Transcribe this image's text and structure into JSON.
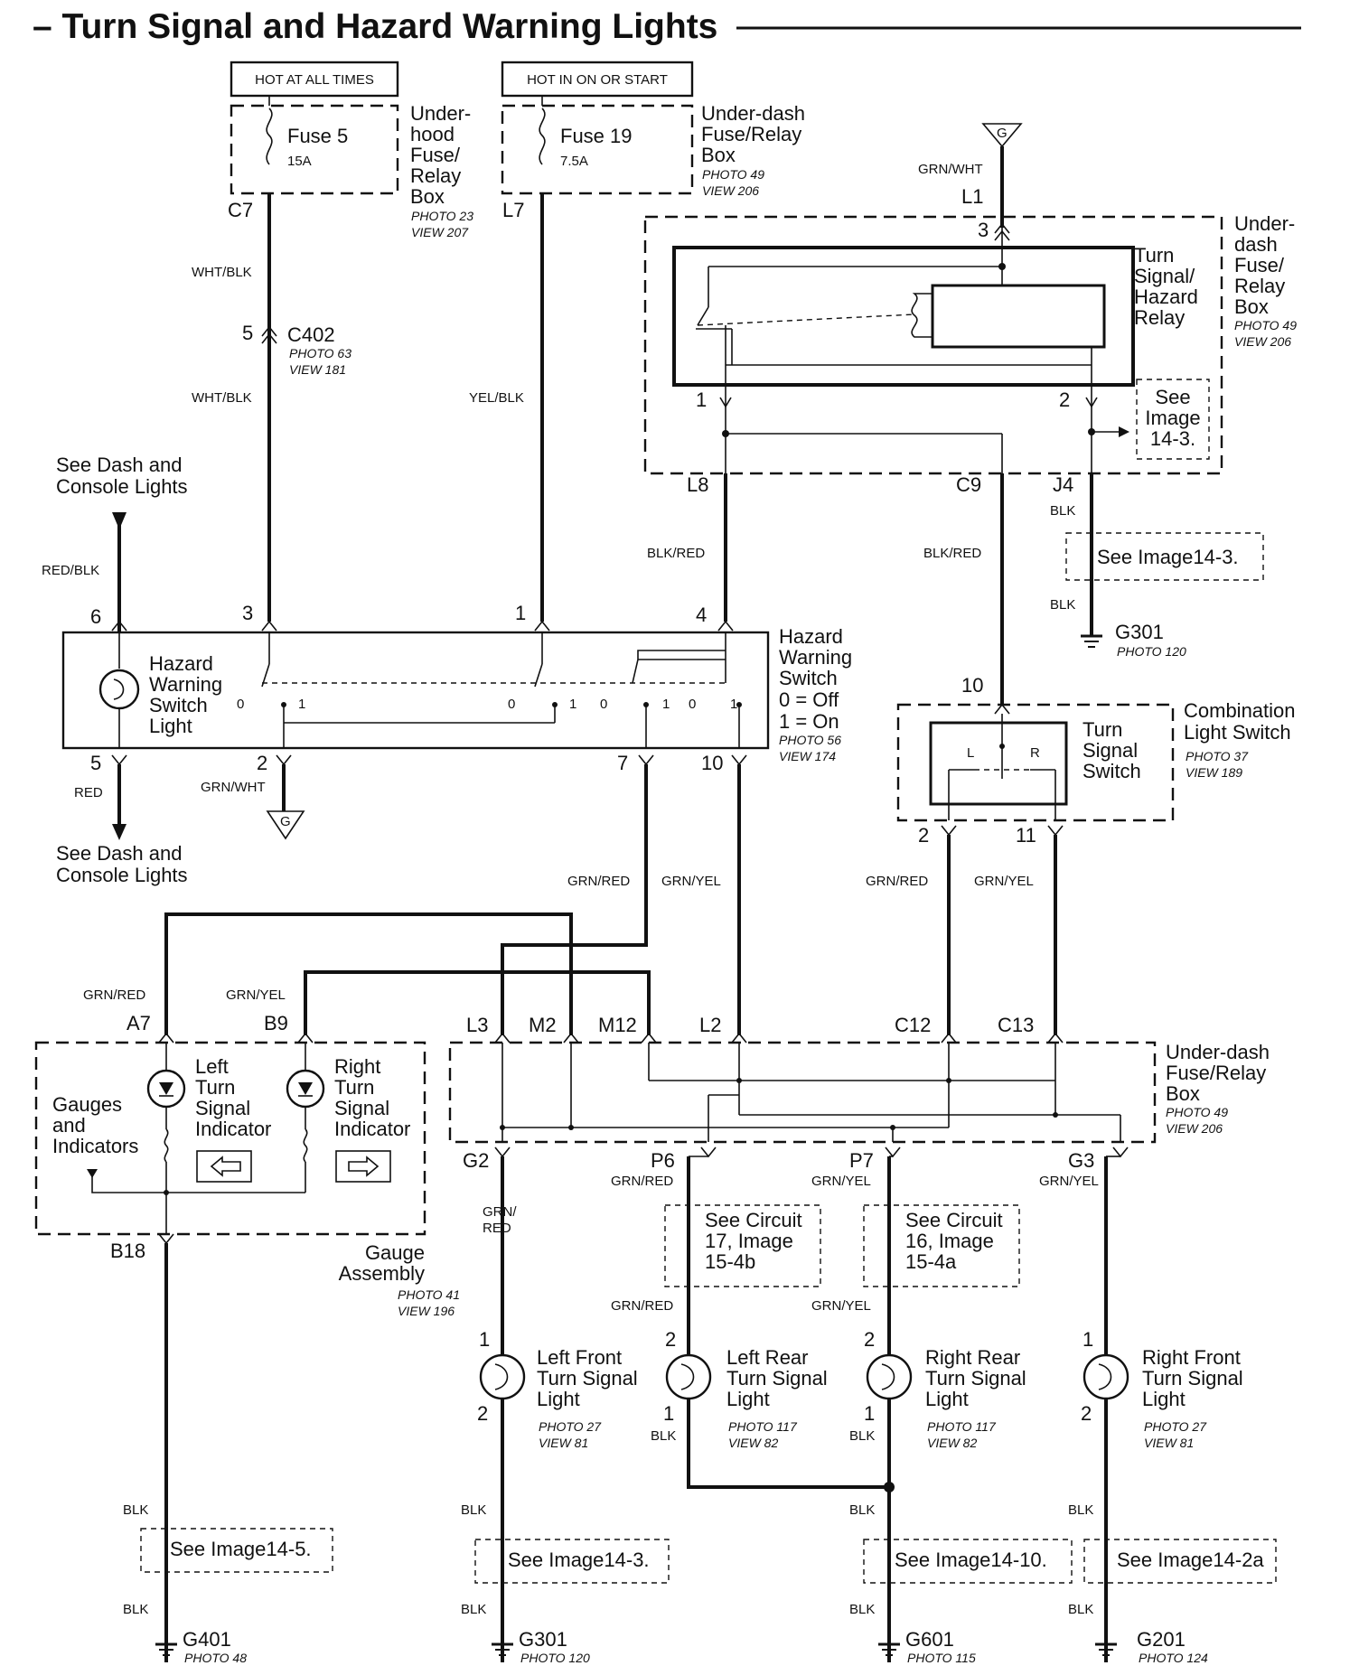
{
  "title": "– Turn Signal and Hazard Warning Lights",
  "sources": {
    "hot_all_times": "HOT AT ALL TIMES",
    "hot_on_start": "HOT IN ON OR START"
  },
  "fuse5": {
    "name": "Fuse 5",
    "rating": "15A",
    "box": [
      "Under-",
      "hood",
      "Fuse/",
      "Relay",
      "Box"
    ],
    "photo": "PHOTO 23",
    "view": "VIEW 207",
    "terminal": "C7"
  },
  "fuse19": {
    "name": "Fuse 19",
    "rating": "7.5A",
    "box": [
      "Under-dash",
      "Fuse/Relay",
      "Box"
    ],
    "photo": "PHOTO 49",
    "view": "VIEW 206",
    "terminal": "L7"
  },
  "ground_g_top": {
    "symbol": "G",
    "wire": "GRN/WHT",
    "terminal": "L1"
  },
  "relay": {
    "label": [
      "Turn",
      "Signal/",
      "Hazard",
      "Relay"
    ],
    "box": [
      "Under-",
      "dash",
      "Fuse/",
      "Relay",
      "Box"
    ],
    "photo": "PHOTO 49",
    "view": "VIEW 206",
    "pin_top": "3",
    "pin_left": "1",
    "pin_right": "2",
    "see_image": [
      "See",
      "Image",
      "14-3."
    ],
    "terminals": [
      "L8",
      "C9",
      "J4"
    ]
  },
  "c402": {
    "pin": "5",
    "name": "C402",
    "photo": "PHOTO 63",
    "view": "VIEW 181"
  },
  "wires": {
    "wht_blk_1": "WHT/BLK",
    "wht_blk_2": "WHT/BLK",
    "yel_blk": "YEL/BLK",
    "blk_red_1": "BLK/RED",
    "blk_red_2": "BLK/RED",
    "red_blk": "RED/BLK",
    "red": "RED",
    "grn_wht": "GRN/WHT",
    "grn_red_1": "GRN/RED",
    "grn_yel_1": "GRN/YEL",
    "grn_red_2": "GRN/RED",
    "grn_yel_2": "GRN/YEL",
    "grn_red_3": "GRN/RED",
    "grn_yel_3": "GRN/YEL",
    "blk": "BLK"
  },
  "dash_lights_top": [
    "See Dash and",
    "Console Lights"
  ],
  "dash_lights_bottom": [
    "See Dash and",
    "Console Lights"
  ],
  "j4_ground": {
    "blk_a": "BLK",
    "blk_b": "BLK",
    "see": "See Image14-3.",
    "name": "G301",
    "photo": "PHOTO 120"
  },
  "hazard_switch": {
    "label": [
      "Hazard",
      "Warning",
      "Switch"
    ],
    "states": [
      "0 = Off",
      "1 = On"
    ],
    "photo": "PHOTO 56",
    "view": "VIEW 174",
    "light": [
      "Hazard",
      "Warning",
      "Switch",
      "Light"
    ],
    "pins_top": [
      "6",
      "3",
      "1",
      "4"
    ],
    "pins_bottom": [
      "5",
      "2",
      "7",
      "10"
    ],
    "contacts": [
      "0",
      "1",
      "0",
      "1",
      "0",
      "1",
      "0",
      "1"
    ]
  },
  "combo_switch": {
    "label": [
      "Combination",
      "Light Switch"
    ],
    "photo": "PHOTO 37",
    "view": "VIEW 189",
    "inner": [
      "Turn",
      "Signal",
      "Switch"
    ],
    "L": "L",
    "R": "R",
    "pin_top": "10",
    "pins_bottom": [
      "2",
      "11"
    ]
  },
  "gauge": {
    "terminals": [
      "A7",
      "B9",
      "B18"
    ],
    "wires": [
      "GRN/RED",
      "GRN/YEL"
    ],
    "gauges_label": [
      "Gauges",
      "and",
      "Indicators"
    ],
    "left_ind": [
      "Left",
      "Turn",
      "Signal",
      "Indicator"
    ],
    "right_ind": [
      "Right",
      "Turn",
      "Signal",
      "Indicator"
    ],
    "assembly": [
      "Gauge",
      "Assembly"
    ],
    "photo": "PHOTO 41",
    "view": "VIEW 196"
  },
  "dash_box2": {
    "terminals_top": [
      "L3",
      "M2",
      "M12",
      "L2",
      "C12",
      "C13"
    ],
    "terminals_bottom": [
      "G2",
      "P6",
      "P7",
      "G3"
    ],
    "box": [
      "Under-dash",
      "Fuse/Relay",
      "Box"
    ],
    "photo": "PHOTO 49",
    "view": "VIEW 206"
  },
  "circuits": {
    "c17": [
      "See Circuit",
      "17, Image",
      "15-4b"
    ],
    "c16": [
      "See Circuit",
      "16, Image",
      "15-4a"
    ]
  },
  "lights": [
    {
      "name": [
        "Left Front",
        "Turn Signal",
        "Light"
      ],
      "photo": "PHOTO 27",
      "view": "VIEW 81",
      "pin_top": "1",
      "pin_bottom": "2"
    },
    {
      "name": [
        "Left Rear",
        "Turn Signal",
        "Light"
      ],
      "photo": "PHOTO 117",
      "view": "VIEW 82",
      "pin_top": "2",
      "pin_bottom": "1"
    },
    {
      "name": [
        "Right Rear",
        "Turn Signal",
        "Light"
      ],
      "photo": "PHOTO 117",
      "view": "VIEW 82",
      "pin_top": "2",
      "pin_bottom": "1"
    },
    {
      "name": [
        "Right Front",
        "Turn Signal",
        "Light"
      ],
      "photo": "PHOTO 27",
      "view": "VIEW 81",
      "pin_top": "1",
      "pin_bottom": "2"
    }
  ],
  "grounds": [
    {
      "see": "See Image14-5.",
      "name": "G401",
      "photo": "PHOTO 48"
    },
    {
      "see": "See Image14-3.",
      "name": "G301",
      "photo": "PHOTO 120"
    },
    {
      "see": "See Image14-10.",
      "name": "G601",
      "photo": "PHOTO 115"
    },
    {
      "see": "See Image14-2a",
      "name": "G201",
      "photo": "PHOTO 124"
    }
  ],
  "g2_wire": [
    "GRN/",
    "RED"
  ]
}
